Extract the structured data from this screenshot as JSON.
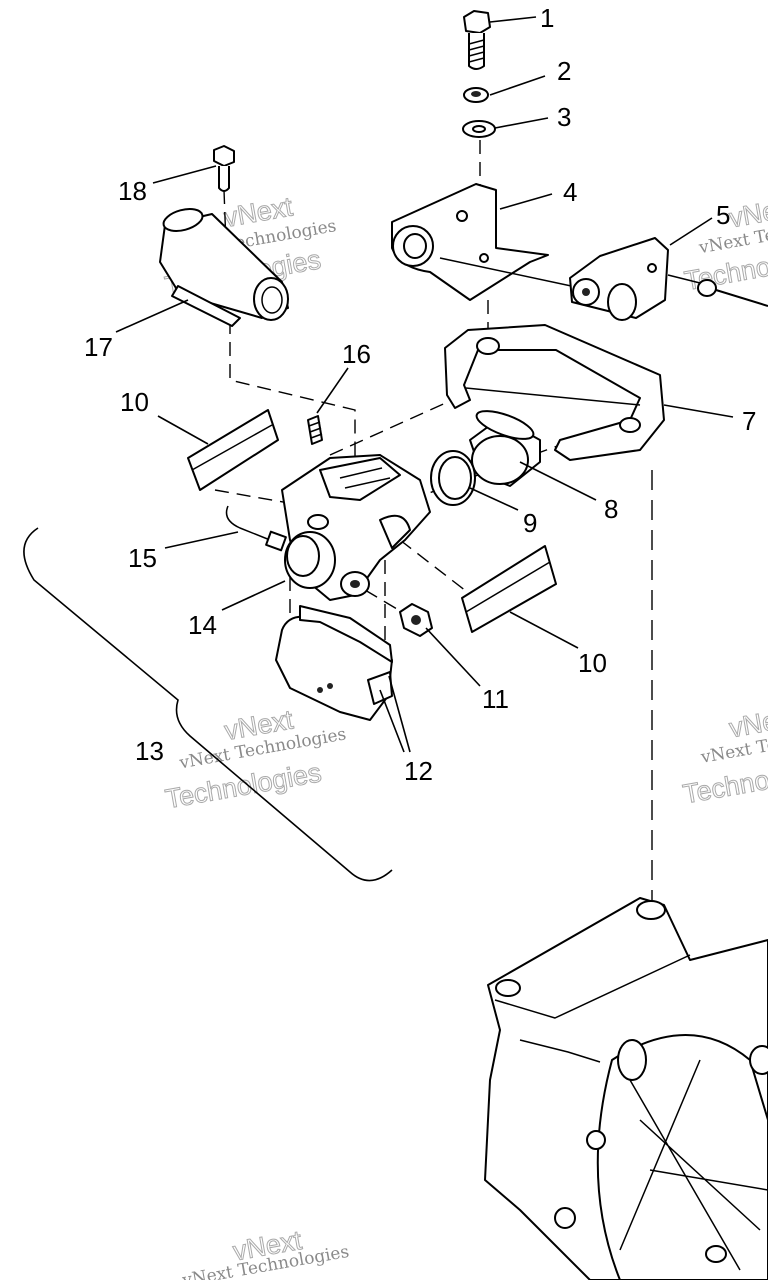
{
  "callouts": {
    "c1": "1",
    "c2": "2",
    "c3": "3",
    "c4": "4",
    "c5": "5",
    "c7": "7",
    "c8": "8",
    "c9": "9",
    "c10a": "10",
    "c10b": "10",
    "c11": "11",
    "c12": "12",
    "c13": "13",
    "c14": "14",
    "c15": "15",
    "c16": "16",
    "c17": "17",
    "c18": "18"
  },
  "watermark": {
    "small": "vNext Technologies",
    "big1": "vNext",
    "big2": "Technologies"
  }
}
